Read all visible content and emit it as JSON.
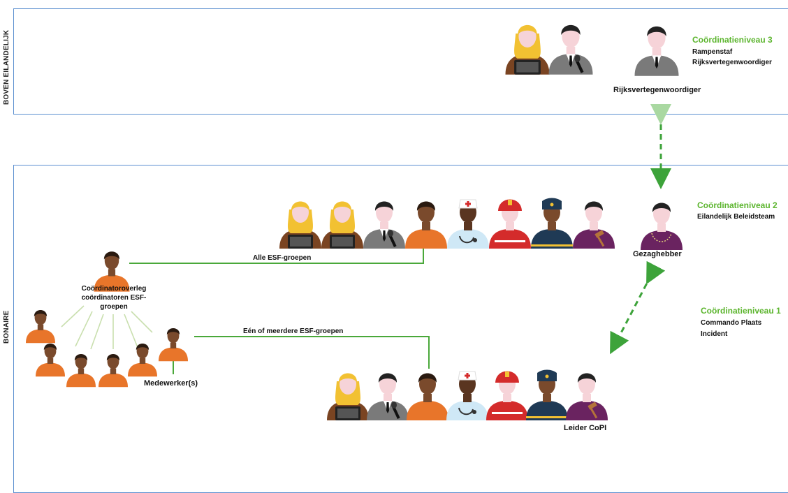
{
  "regions": {
    "top": {
      "label": "BOVEN EILANDELIJK"
    },
    "bottom": {
      "label": "BONAIRE"
    }
  },
  "levels": {
    "level3": {
      "title": "Coördinatieniveau 3",
      "line1": "Rampenstaf",
      "line2": "Rijksvertegenwoordiger"
    },
    "level2": {
      "title": "Coördinatieniveau 2",
      "line1": "Eilandelijk Beleidsteam"
    },
    "level1": {
      "title": "Coördinatieniveau 1",
      "line1": "Commando Plaats",
      "line2": "Incident"
    }
  },
  "labels": {
    "rijksvertegenwoordiger": "Rijksvertegenwoordiger",
    "gezaghebber": "Gezaghebber",
    "leider_copi": "Leider CoPI",
    "alle_esf": "Alle ESF-groepen",
    "een_of_meerdere": "Eén of meerdere ESF-groepen",
    "coordinatoroverleg_1": "Coördinatoroverleg",
    "coordinatoroverleg_2": "coördinatoren  ESF-",
    "coordinatoroverleg_3": "groepen",
    "medewerkers": "Medewerker(s)"
  },
  "colors": {
    "panel_border": "#5b8fd0",
    "level_green": "#5cb52e",
    "line_green": "#4aa83a",
    "arrow_green": "#3da33a",
    "orange": "#e8752a",
    "suit_gray": "#7a7a7a",
    "purple": "#6a2360",
    "medic_blue": "#cfe8f6",
    "fire_red": "#d42b2b",
    "police_navy": "#1f3a55"
  },
  "people": {
    "top_group": [
      "blonde-laptop",
      "suit-mic"
    ],
    "top_single": [
      "suit"
    ],
    "level2_row": [
      "blonde-laptop",
      "blonde-laptop",
      "suit-mic",
      "orange",
      "medic",
      "firefighter",
      "police",
      "purple-gavel"
    ],
    "level2_single": [
      "purple-chain"
    ],
    "level1_row": [
      "blonde-laptop",
      "suit-mic",
      "orange",
      "medic",
      "firefighter",
      "police",
      "purple-gavel"
    ],
    "coordinator_tree": [
      "orange",
      "orange",
      "orange",
      "orange",
      "orange",
      "orange",
      "orange"
    ]
  }
}
